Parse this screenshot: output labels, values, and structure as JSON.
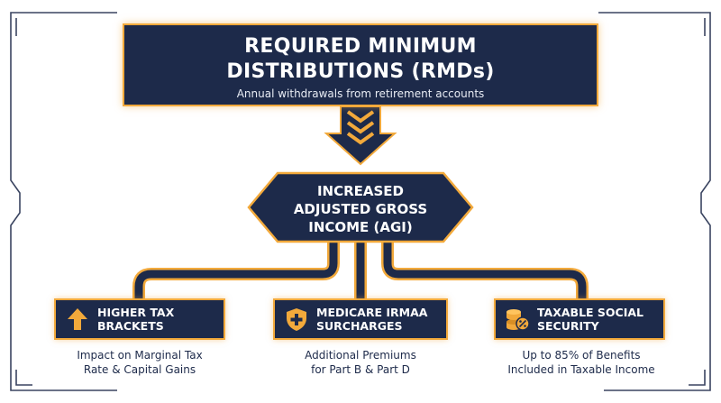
{
  "header": {
    "title_line1": "REQUIRED MINIMUM",
    "title_line2": "DISTRIBUTIONS (RMDs)",
    "subtitle": "Annual withdrawals from retirement accounts"
  },
  "center": {
    "line1": "INCREASED",
    "line2": "ADJUSTED GROSS",
    "line3": "INCOME (AGI)"
  },
  "impacts": [
    {
      "icon": "up-arrow-icon",
      "label_line1": "HIGHER TAX",
      "label_line2": "BRACKETS",
      "desc_line1": "Impact on Marginal Tax",
      "desc_line2": "Rate & Capital Gains"
    },
    {
      "icon": "shield-plus-icon",
      "label_line1": "MEDICARE IRMAA",
      "label_line2": "SURCHARGES",
      "desc_line1": "Additional Premiums",
      "desc_line2": "for Part B & Part D"
    },
    {
      "icon": "coins-percent-icon",
      "label_line1": "TAXABLE SOCIAL",
      "label_line2": "SECURITY",
      "desc_line1": "Up to 85% of Benefits",
      "desc_line2": "Included in Taxable Income"
    }
  ],
  "colors": {
    "navy": "#1d2a4a",
    "gold": "#f2a93b",
    "frame": "#3a4460"
  }
}
